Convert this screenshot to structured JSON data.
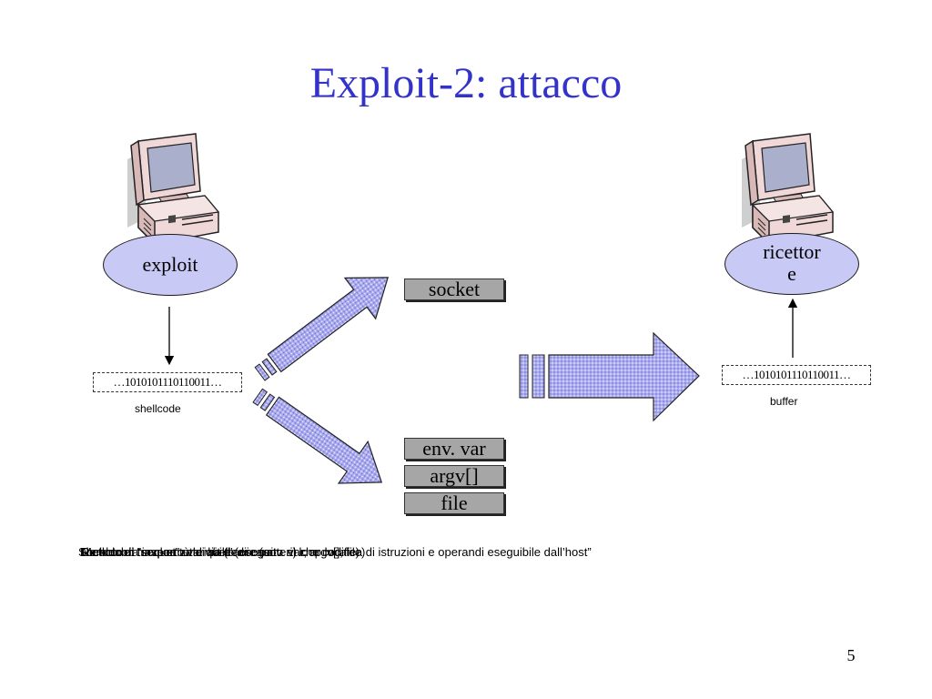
{
  "title": "Exploit-2: attacco",
  "nodes": {
    "exploit": {
      "label": "exploit"
    },
    "ricettore": {
      "label_line1": "ricettor",
      "label_line2": "e"
    }
  },
  "bit_strings": {
    "shellcode": "…1010101110110011…",
    "buffer": "…1010101110110011…"
  },
  "captions": {
    "shellcode": "shellcode",
    "buffer": "buffer"
  },
  "vectors": {
    "socket": "socket",
    "env_var": "env. var",
    "argv": "argv[]",
    "file": "file"
  },
  "overlapping_notes": [
    "Shellcode: “sequenza di bit (o di caratteri) che codifica di istruzioni e operandi eseguibile dall’host”",
    "Remoto: il “socket” è la via d’accesso",
    "Locale: ora invece tutte quelle vie (env. var, argv[], file)",
    "Metodo di trasporto variabile (eseguito al loop locale)"
  ],
  "page_number": "5",
  "colors": {
    "title": "#3333cc",
    "ellipse_fill": "#c9c9f5",
    "arrow_fill": "#aaaaee",
    "box_fill": "#a6a6a6"
  }
}
